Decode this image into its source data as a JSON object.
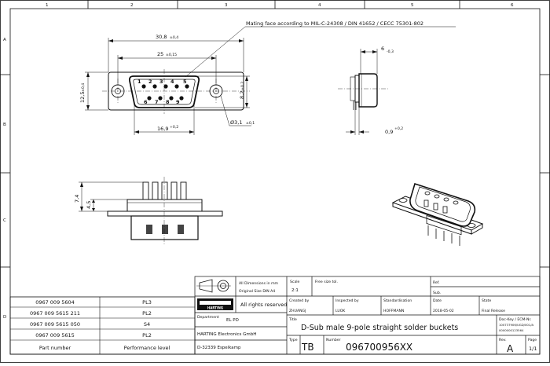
{
  "frame": {
    "col_labels": [
      "1",
      "2",
      "3",
      "4",
      "5",
      "6"
    ],
    "row_labels": [
      "A",
      "B",
      "C",
      "D"
    ]
  },
  "front_view": {
    "mating_note": "Mating face according to MIL-C-24308 / DIN 41652 / CECC 75301-802",
    "dim_overall": "30,8",
    "dim_overall_tol": "±0,4",
    "dim_holes": "25",
    "dim_holes_tol": "±0,15",
    "dim_height": "12,5",
    "dim_height_tol": "±0,4",
    "dim_shell_height": "8,2",
    "dim_shell_height_tol": "+0,2",
    "dim_shell_width": "16,9",
    "dim_shell_width_tol": "+0,2",
    "dim_hole_dia": "Ø3,1",
    "dim_hole_dia_tol": "±0,1",
    "pin_numbers_top": [
      "1",
      "2",
      "3",
      "4",
      "5"
    ],
    "pin_numbers_bottom": [
      "6",
      "7",
      "8",
      "9"
    ]
  },
  "side_view": {
    "dim_depth": "6",
    "dim_depth_tol": "-0,3",
    "dim_flange": "0,9",
    "dim_flange_tol": "+0,2"
  },
  "bottom_view": {
    "dim_a": "7,4",
    "dim_b": "4,5"
  },
  "parts_table": {
    "header_part": "Part number",
    "header_level": "Performance level",
    "rows": [
      {
        "part": "0967 009 5604",
        "level": "PL3"
      },
      {
        "part": "0967 009 5615 211",
        "level": "PL2"
      },
      {
        "part": "0967 009 5615 050",
        "level": "S4"
      },
      {
        "part": "0967 009 5615",
        "level": "PL2"
      }
    ]
  },
  "title_block": {
    "dims_note_1": "All Dimensions in mm",
    "dims_note_2": "Original Size DIN A4",
    "rights": "All rights reserved",
    "logo_text": "HARTING",
    "department_label": "Department",
    "department": "EL PD",
    "company": "HARTING Electronics GmbH",
    "address": "D-32339 Espelkamp",
    "scale_label": "Scale",
    "scale": "2:1",
    "tolerance_label": "Free size tol.",
    "ref_label": "Ref.",
    "sub_label": "Sub.",
    "created_label": "Created by",
    "created": "ZHUANGJ",
    "inspected_label": "Inspected by",
    "inspected": "LUOK",
    "standard_label": "Standardisation",
    "standard": "HOFFMANN",
    "date_label": "Date",
    "date": "2018-05-02",
    "state_label": "State",
    "state": "Final Release",
    "title_label": "Title",
    "title": "D-Sub male 9-pole straight solder buckets",
    "doc_key_1": "Doc-Key / ECM-Nr.",
    "doc_key_2": "100737906/UGD/001/A",
    "doc_key_3": "0000000123564",
    "type_label": "Type",
    "type": "TB",
    "number_label": "Number",
    "number": "096700956XX",
    "rev_label": "Rev.",
    "rev": "A",
    "page_label": "Page",
    "page": "1/1"
  }
}
